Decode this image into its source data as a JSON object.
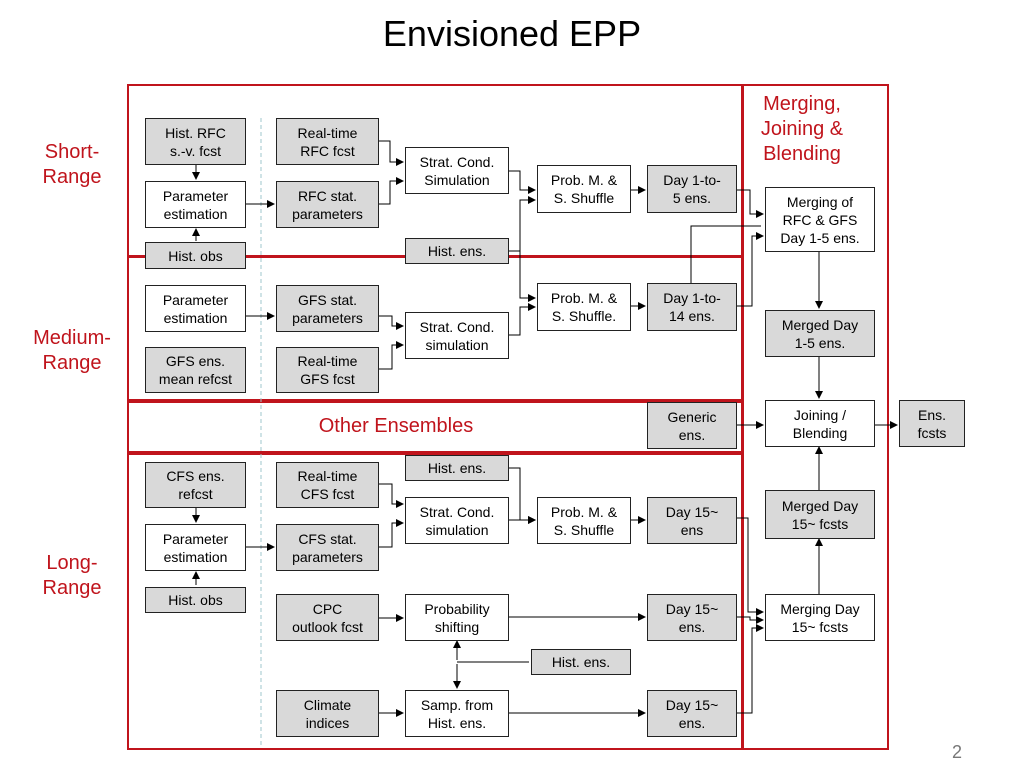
{
  "title": "Envisioned EPP",
  "page_number": "2",
  "colors": {
    "region_border": "#c0141c",
    "region_text": "#c0141c",
    "gray_box": "#d9d9d9"
  },
  "regions": {
    "merging": "Merging,\nJoining &\nBlending",
    "short": "Short-\nRange",
    "medium": "Medium-\nRange",
    "other": "Other Ensembles",
    "long": "Long-\nRange"
  },
  "boxes": {
    "hist_rfc": "Hist. RFC\ns.-v. fcst",
    "param_est_short": "Parameter\nestimation",
    "hist_obs_short": "Hist. obs",
    "realtime_rfc": "Real-time\nRFC fcst",
    "rfc_stat": "RFC stat.\nparameters",
    "strat_short": "Strat. Cond.\nSimulation",
    "hist_ens_short": "Hist. ens.",
    "prob_short": "Prob. M. &\nS. Shuffle",
    "day_1_5": "Day 1-to-\n5 ens.",
    "param_est_med": "Parameter\nestimation",
    "gfs_ens": "GFS ens.\nmean refcst",
    "gfs_stat": "GFS stat.\nparameters",
    "realtime_gfs": "Real-time\nGFS fcst",
    "strat_med": "Strat. Cond.\nsimulation",
    "prob_med": "Prob. M. &\nS. Shuffle.",
    "day_1_14": "Day 1-to-\n14 ens.",
    "generic": "Generic\nens.",
    "cfs_ens": "CFS ens.\nrefcst",
    "param_est_long": "Parameter\nestimation",
    "hist_obs_long": "Hist. obs",
    "realtime_cfs": "Real-time\nCFS fcst",
    "cfs_stat": "CFS stat.\nparameters",
    "hist_ens_long1": "Hist. ens.",
    "strat_long": "Strat. Cond.\nsimulation",
    "prob_long": "Prob. M. &\nS. Shuffle",
    "day_15_a": "Day 15~\nens",
    "cpc": "CPC\noutlook fcst",
    "prob_shift": "Probability\nshifting",
    "day_15_b": "Day 15~\nens.",
    "hist_ens_long2": "Hist. ens.",
    "climate": "Climate\nindices",
    "samp": "Samp. from\nHist. ens.",
    "day_15_c": "Day 15~\nens.",
    "merging_rfc_gfs": "Merging of\nRFC & GFS\nDay 1-5 ens.",
    "merged_1_5": "Merged Day\n1-5 ens.",
    "joining": "Joining /\nBlending",
    "ens_fcsts": "Ens.\nfcsts",
    "merged_15": "Merged Day\n15~ fcsts",
    "merging_15": "Merging Day\n15~ fcsts"
  }
}
